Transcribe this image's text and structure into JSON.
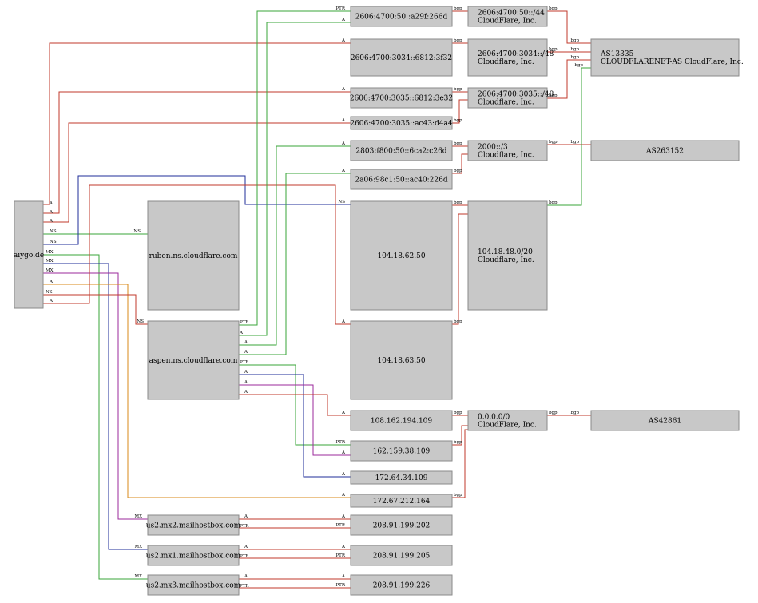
{
  "nodes": [
    {
      "id": "aiygo",
      "lines": [
        "aiygo.de"
      ]
    },
    {
      "id": "ruben",
      "lines": [
        "ruben.ns.cloudflare.com"
      ]
    },
    {
      "id": "aspen",
      "lines": [
        "aspen.ns.cloudflare.com"
      ]
    },
    {
      "id": "us2mx2",
      "lines": [
        "us2.mx2.mailhostbox.com"
      ]
    },
    {
      "id": "us2mx1",
      "lines": [
        "us2.mx1.mailhostbox.com"
      ]
    },
    {
      "id": "us2mx3",
      "lines": [
        "us2.mx3.mailhostbox.com"
      ]
    },
    {
      "id": "v6a",
      "lines": [
        "2606:4700:50::a29f:266d"
      ]
    },
    {
      "id": "v6b",
      "lines": [
        "2606:4700:3034::6812:3f32"
      ]
    },
    {
      "id": "v6c",
      "lines": [
        "2606:4700:3035::6812:3e32"
      ]
    },
    {
      "id": "v6d",
      "lines": [
        "2606:4700:3035::ac43:d4a4"
      ]
    },
    {
      "id": "v6e",
      "lines": [
        "2803:f800:50::6ca2:c26d"
      ]
    },
    {
      "id": "v6f",
      "lines": [
        "2a06:98c1:50::ac40:226d"
      ]
    },
    {
      "id": "ip1",
      "lines": [
        "104.18.62.50"
      ]
    },
    {
      "id": "ip2",
      "lines": [
        "104.18.63.50"
      ]
    },
    {
      "id": "ip3",
      "lines": [
        "108.162.194.109"
      ]
    },
    {
      "id": "ip4",
      "lines": [
        "162.159.38.109"
      ]
    },
    {
      "id": "ip5",
      "lines": [
        "172.64.34.109"
      ]
    },
    {
      "id": "ip6",
      "lines": [
        "172.67.212.164"
      ]
    },
    {
      "id": "ip7",
      "lines": [
        "208.91.199.202"
      ]
    },
    {
      "id": "ip8",
      "lines": [
        "208.91.199.205"
      ]
    },
    {
      "id": "ip9",
      "lines": [
        "208.91.199.226"
      ]
    },
    {
      "id": "pfx1",
      "lines": [
        "2606:4700:50::/44",
        "CloudFlare, Inc."
      ]
    },
    {
      "id": "pfx2",
      "lines": [
        "2606:4700:3034::/48",
        "Cloudflare, Inc."
      ]
    },
    {
      "id": "pfx3",
      "lines": [
        "2606:4700:3035::/48",
        "Cloudflare, Inc."
      ]
    },
    {
      "id": "pfx4",
      "lines": [
        "2000::/3",
        "Cloudflare, Inc."
      ]
    },
    {
      "id": "pfx5",
      "lines": [
        "104.18.48.0/20",
        "Cloudflare, Inc."
      ]
    },
    {
      "id": "pfx6",
      "lines": [
        "0.0.0.0/0",
        "CloudFlare, Inc."
      ]
    },
    {
      "id": "as1",
      "lines": [
        "AS13335",
        "CLOUDFLARENET-AS CloudFlare, Inc."
      ]
    },
    {
      "id": "as2",
      "lines": [
        "AS263152"
      ]
    },
    {
      "id": "as3",
      "lines": [
        "AS42861"
      ]
    }
  ],
  "edges": [
    {
      "from": "aiygo",
      "to": "v6b",
      "label": "A",
      "color": "#c0392b"
    },
    {
      "from": "aiygo",
      "to": "v6c",
      "label": "A",
      "color": "#c0392b"
    },
    {
      "from": "aiygo",
      "to": "v6d",
      "label": "A",
      "color": "#c0392b"
    },
    {
      "from": "aiygo",
      "to": "ruben",
      "label": "NS",
      "color": "#3aa63a"
    },
    {
      "from": "aiygo",
      "to": "ip1",
      "label": "NS",
      "color": "#1f2d9a"
    },
    {
      "from": "aiygo",
      "to": "us2mx3",
      "label": "MX",
      "color": "#3aa63a"
    },
    {
      "from": "aiygo",
      "to": "us2mx1",
      "label": "MX",
      "color": "#1f2d9a"
    },
    {
      "from": "aiygo",
      "to": "us2mx2",
      "label": "MX",
      "color": "#9b2a9b"
    },
    {
      "from": "aiygo",
      "to": "ip6",
      "label": "A",
      "color": "#d98a1a"
    },
    {
      "from": "aiygo",
      "to": "aspen",
      "label": "NS",
      "color": "#c0392b"
    },
    {
      "from": "aiygo",
      "to": "ip2",
      "label": "A",
      "color": "#c0392b"
    },
    {
      "from": "aspen",
      "to": "v6a",
      "label": "PTR",
      "color": "#3aa63a"
    },
    {
      "from": "aspen",
      "to": "v6a",
      "label": "A",
      "color": "#3aa63a"
    },
    {
      "from": "aspen",
      "to": "v6e",
      "label": "A",
      "color": "#3aa63a"
    },
    {
      "from": "aspen",
      "to": "v6f",
      "label": "A",
      "color": "#3aa63a"
    },
    {
      "from": "aspen",
      "to": "ip4",
      "label": "PTR",
      "color": "#3aa63a"
    },
    {
      "from": "aspen",
      "to": "ip5",
      "label": "A",
      "color": "#1f2d9a"
    },
    {
      "from": "aspen",
      "to": "ip4",
      "label": "A",
      "color": "#9b2a9b"
    },
    {
      "from": "aspen",
      "to": "ip3",
      "label": "A",
      "color": "#c0392b"
    },
    {
      "from": "us2mx2",
      "to": "ip7",
      "label": "A",
      "color": "#c0392b"
    },
    {
      "from": "us2mx2",
      "to": "ip7",
      "label": "PTR",
      "color": "#c0392b"
    },
    {
      "from": "us2mx1",
      "to": "ip8",
      "label": "A",
      "color": "#c0392b"
    },
    {
      "from": "us2mx1",
      "to": "ip8",
      "label": "PTR",
      "color": "#c0392b"
    },
    {
      "from": "us2mx3",
      "to": "ip9",
      "label": "A",
      "color": "#c0392b"
    },
    {
      "from": "us2mx3",
      "to": "ip9",
      "label": "PTR",
      "color": "#c0392b"
    },
    {
      "from": "v6a",
      "to": "pfx1",
      "label": "bgp",
      "color": "#c0392b"
    },
    {
      "from": "v6b",
      "to": "pfx2",
      "label": "bgp",
      "color": "#c0392b"
    },
    {
      "from": "v6c",
      "to": "pfx3",
      "label": "bgp",
      "color": "#c0392b"
    },
    {
      "from": "v6d",
      "to": "pfx3",
      "label": "bgp",
      "color": "#c0392b"
    },
    {
      "from": "v6e",
      "to": "pfx4",
      "label": "bgp",
      "color": "#c0392b"
    },
    {
      "from": "v6f",
      "to": "pfx4",
      "label": "bgp",
      "color": "#c0392b"
    },
    {
      "from": "ip1",
      "to": "pfx5",
      "label": "bgp",
      "color": "#c0392b"
    },
    {
      "from": "ip2",
      "to": "pfx5",
      "label": "bgp",
      "color": "#c0392b"
    },
    {
      "from": "ip3",
      "to": "pfx6",
      "label": "bgp",
      "color": "#c0392b"
    },
    {
      "from": "ip4",
      "to": "pfx6",
      "label": "bgp",
      "color": "#c0392b"
    },
    {
      "from": "ip6",
      "to": "pfx6",
      "label": "bgp",
      "color": "#c0392b"
    },
    {
      "from": "pfx1",
      "to": "as1",
      "label": "bgp",
      "color": "#c0392b"
    },
    {
      "from": "pfx2",
      "to": "as1",
      "label": "bgp",
      "color": "#c0392b"
    },
    {
      "from": "pfx3",
      "to": "as1",
      "label": "bgp",
      "color": "#c0392b"
    },
    {
      "from": "pfx4",
      "to": "as2",
      "label": "bgp",
      "color": "#c0392b"
    },
    {
      "from": "pfx5",
      "to": "as1",
      "label": "bgp",
      "color": "#3aa63a"
    },
    {
      "from": "pfx6",
      "to": "as3",
      "label": "bgp",
      "color": "#c0392b"
    }
  ]
}
